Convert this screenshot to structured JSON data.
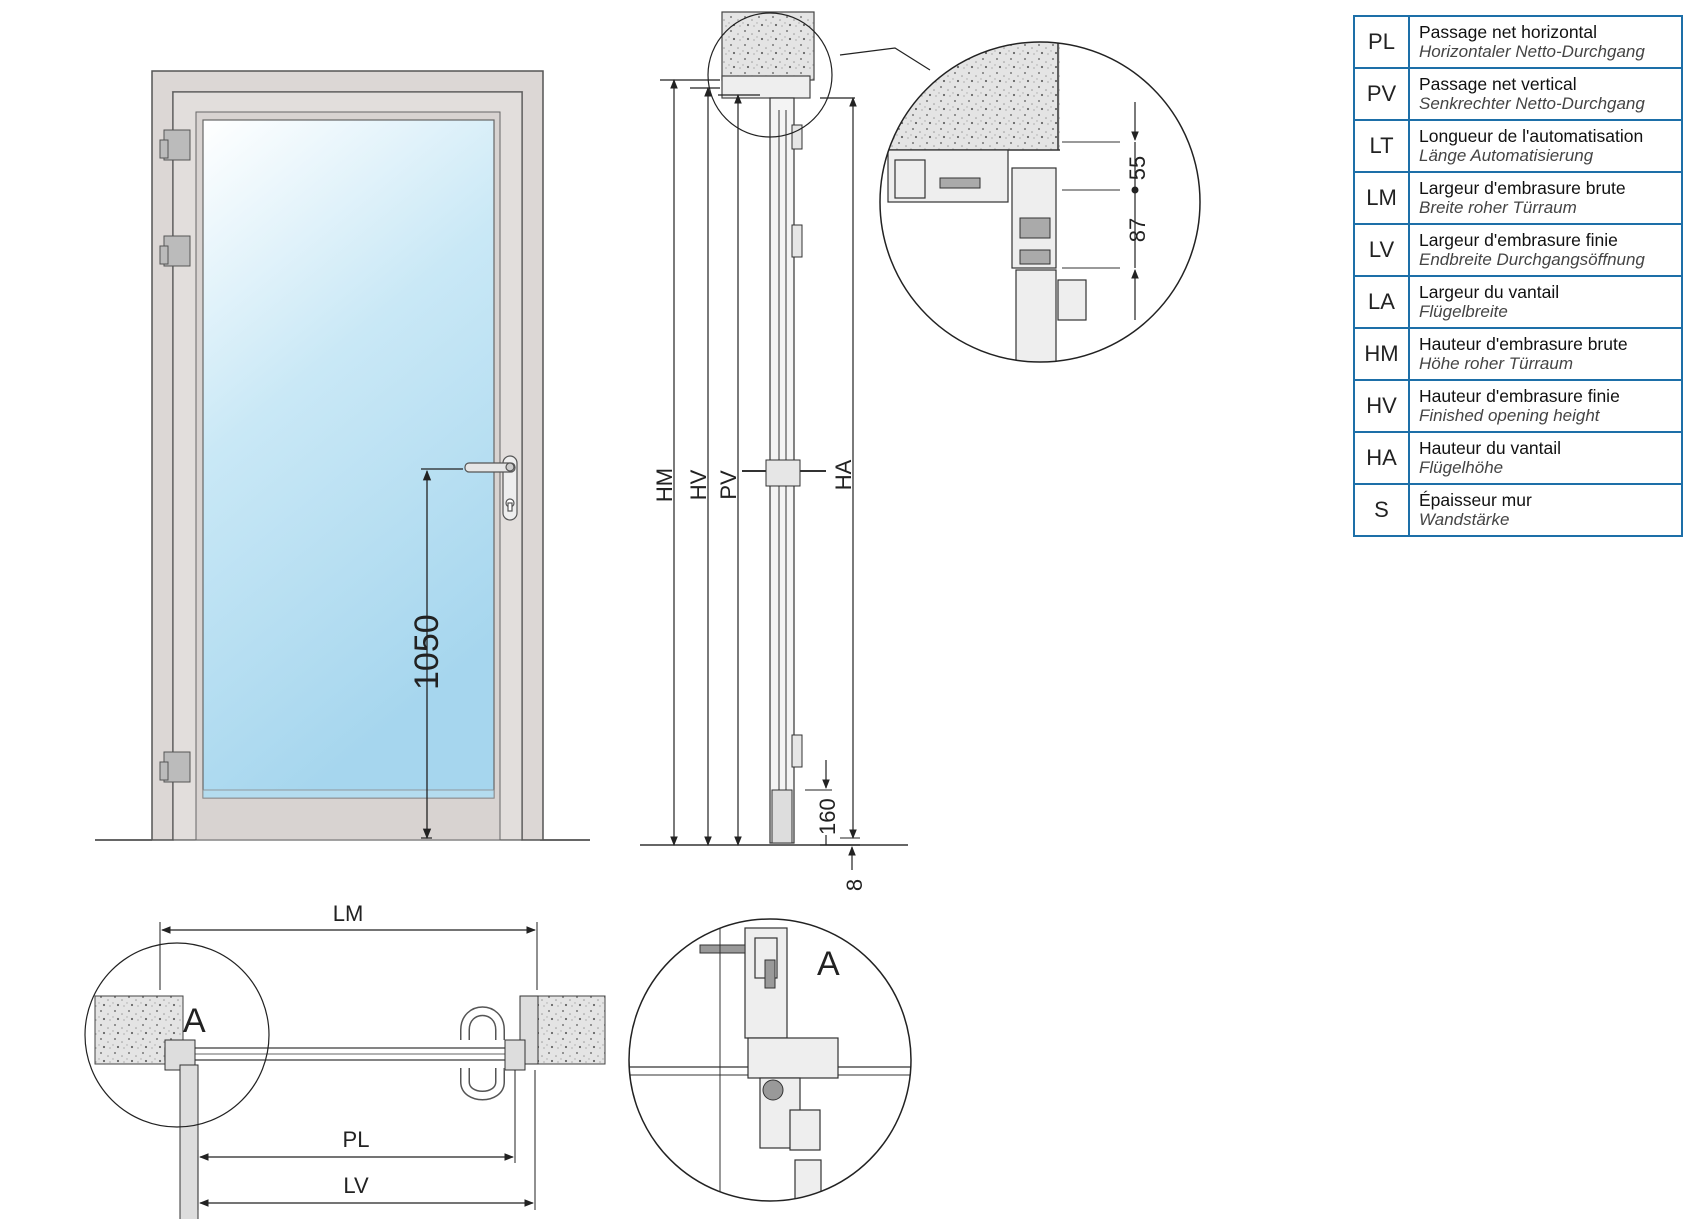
{
  "drawing": {
    "labels": {
      "dim_1050": "1050",
      "HM": "HM",
      "HV": "HV",
      "PV": "PV",
      "HA": "HA",
      "dim_160": "160",
      "dim_8": "8",
      "dim_55": "55",
      "dim_87": "87",
      "LM": "LM",
      "PL": "PL",
      "LV": "LV",
      "detail_A_plan": "A",
      "detail_A_zoom": "A"
    },
    "colors": {
      "frame": "#dcd7d5",
      "frame_stroke": "#555555",
      "glass_top": "#ffffff",
      "glass_bottom": "#a9d8ef",
      "concrete": "#d8d8d8",
      "line": "#333333"
    }
  },
  "legend": {
    "rows": [
      {
        "abbr": "PL",
        "fr": "Passage net horizontal",
        "de": "Horizontaler Netto-Durchgang"
      },
      {
        "abbr": "PV",
        "fr": "Passage net vertical",
        "de": "Senkrechter Netto-Durchgang"
      },
      {
        "abbr": "LT",
        "fr": "Longueur de l'automatisation",
        "de": "Länge Automatisierung"
      },
      {
        "abbr": "LM",
        "fr": "Largeur d'embrasure brute",
        "de": "Breite roher Türraum"
      },
      {
        "abbr": "LV",
        "fr": "Largeur d'embrasure finie",
        "de": "Endbreite Durchgangsöffnung"
      },
      {
        "abbr": "LA",
        "fr": "Largeur du vantail",
        "de": "Flügelbreite"
      },
      {
        "abbr": "HM",
        "fr": "Hauteur d'embrasure brute",
        "de": "Höhe roher Türraum"
      },
      {
        "abbr": "HV",
        "fr": "Hauteur d'embrasure finie",
        "de": "Finished opening height"
      },
      {
        "abbr": "HA",
        "fr": "Hauteur du vantail",
        "de": "Flügelhöhe"
      },
      {
        "abbr": "S",
        "fr": "Épaisseur mur",
        "de": "Wandstärke"
      }
    ]
  }
}
